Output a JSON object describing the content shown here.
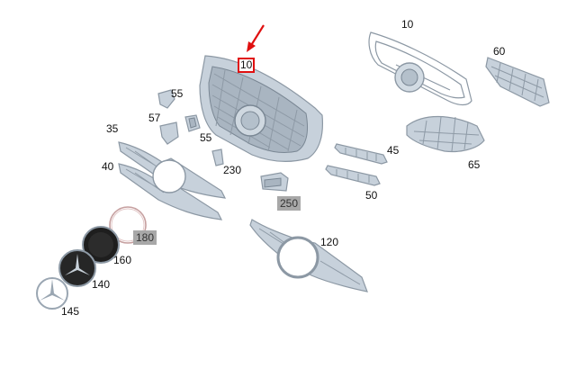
{
  "parts": [
    {
      "id": "main_grille",
      "label": "10"
    },
    {
      "id": "grille_frame",
      "label": "10"
    },
    {
      "id": "mesh_insert_top",
      "label": "60"
    },
    {
      "id": "mesh_insert_bottom",
      "label": "65"
    },
    {
      "id": "bracket_45",
      "label": "45"
    },
    {
      "id": "bracket_50",
      "label": "50"
    },
    {
      "id": "clip_55a",
      "label": "55"
    },
    {
      "id": "clip_57",
      "label": "57"
    },
    {
      "id": "clip_55b",
      "label": "55"
    },
    {
      "id": "part_230",
      "label": "230"
    },
    {
      "id": "sensor_250",
      "label": "250"
    },
    {
      "id": "louver_35",
      "label": "35"
    },
    {
      "id": "louver_40",
      "label": "40"
    },
    {
      "id": "trim_120",
      "label": "120"
    },
    {
      "id": "ring_180",
      "label": "180"
    },
    {
      "id": "emblem_disc_160",
      "label": "160"
    },
    {
      "id": "emblem_star_140",
      "label": "140"
    },
    {
      "id": "emblem_star_145",
      "label": "145"
    }
  ],
  "colors": {
    "part_fill": "#c7d1db",
    "part_stroke": "#8c98a4",
    "highlight": "#e01010",
    "gray_label_bg": "#a8a8a8"
  }
}
